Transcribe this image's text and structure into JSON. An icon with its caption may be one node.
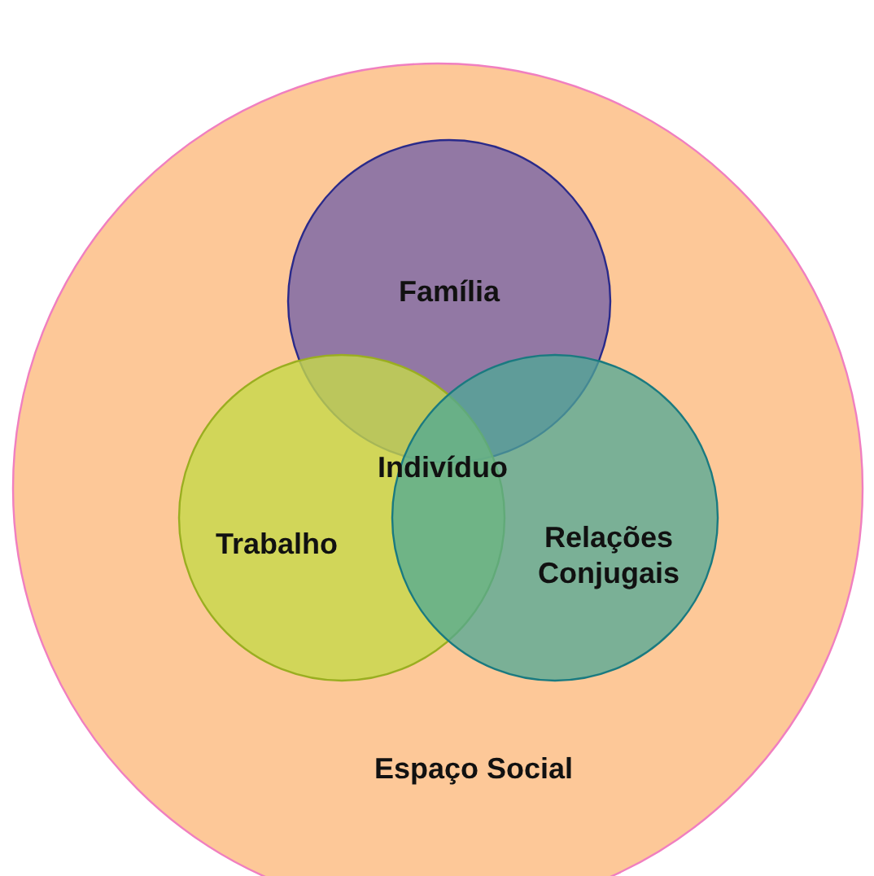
{
  "diagram": {
    "nodes": [
      {
        "text": [
          "Espaço Social"
        ]
      },
      {
        "text": [
          "Família"
        ],
        "in": 0
      },
      {
        "text": [
          "Trabalho"
        ],
        "in": 0
      },
      {
        "text": [
          "Relações Conjugais"
        ],
        "in": 0
      }
    ],
    "labels": [
      "Indivíduo"
    ]
  }
}
